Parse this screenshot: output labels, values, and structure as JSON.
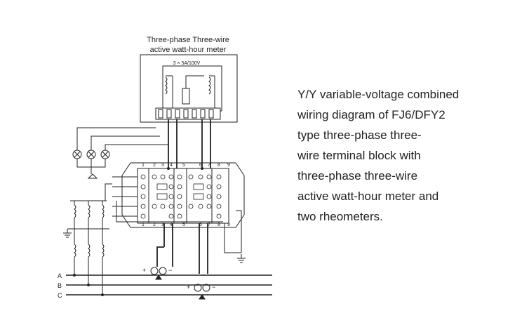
{
  "diagram": {
    "meter_title_line1": "Three-phase Three-wire",
    "meter_title_line2": "active watt-hour meter",
    "meter_rating": "3 × 5A/100V",
    "block_top_numbers": [
      "1",
      "2",
      "3",
      "4",
      "5",
      "6",
      "7",
      "8",
      "9"
    ],
    "block_bottom_numbers": [
      "1",
      "2",
      "3",
      "4",
      "5",
      "6",
      "7",
      "8",
      "9"
    ],
    "phase_labels": [
      "A",
      "B",
      "C"
    ],
    "plus_sign": "+",
    "minus_sign": "−"
  },
  "caption": {
    "lines": [
      "Y/Y variable-voltage combined",
      "wiring diagram of FJ6/DFY2",
      "type three-phase three-",
      "wire terminal block with",
      "three-phase three-wire",
      "active watt-hour meter and",
      "two rheometers."
    ]
  }
}
